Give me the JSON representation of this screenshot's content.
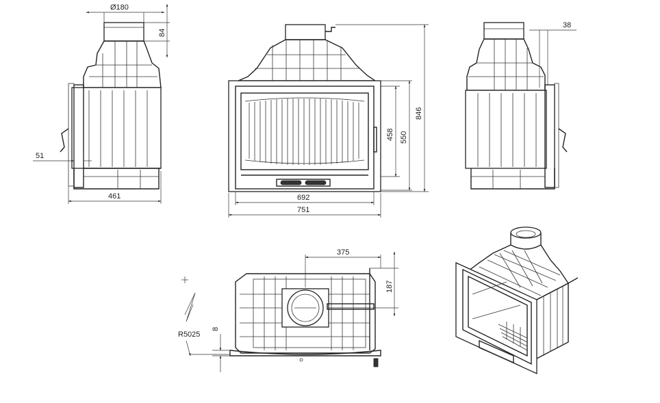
{
  "dimensions": {
    "flue_diameter": "Ø180",
    "flue_height": "84",
    "side_offset": "51",
    "side_depth": "461",
    "glass_width": "692",
    "total_width": "751",
    "glass_height": "458",
    "door_height": "550",
    "total_height": "846",
    "right_offset": "38",
    "top_flue_offset": "375",
    "top_flue_depth": "187",
    "radius": "R5025",
    "frame_depth": "8"
  }
}
